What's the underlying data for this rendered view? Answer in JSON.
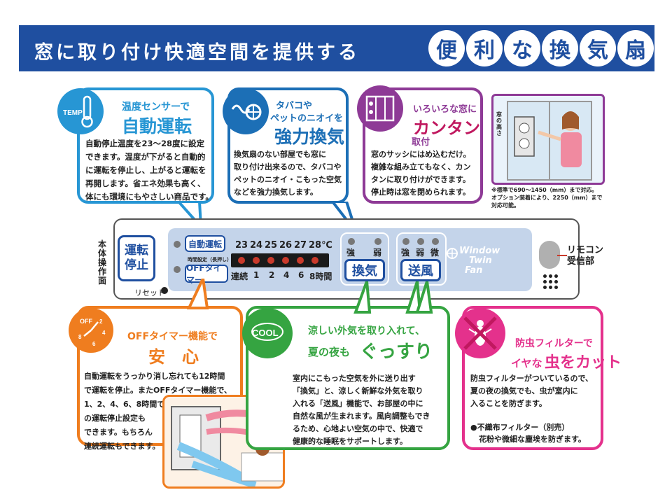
{
  "banner": {
    "title": "窓に取り付け快適空間を提供する",
    "chars": [
      "便",
      "利",
      "な",
      "換",
      "気",
      "扇"
    ]
  },
  "temp": {
    "icon_label": "TEMP",
    "small": "温度センサーで",
    "big": "自動運転",
    "body": [
      "自動停止温度を23〜28度に設定",
      "できます。温度が下がると自動的",
      "に運転を停止し、上がると運転を",
      "再開します。省エネ効果も高く、",
      "体にも環境にもやさしい商品です。"
    ]
  },
  "smoke": {
    "small1": "タバコや",
    "small2": "ペットのニオイを",
    "big": "強力換気",
    "body": [
      "換気扇のない部屋でも窓に",
      "取り付け出来るので、タバコや",
      "ペットのニオイ・こもった空気",
      "などを強力換気します。"
    ]
  },
  "window": {
    "small": "いろいろな窓に",
    "big": "カンタン",
    "sub": "取付",
    "body": [
      "窓のサッシにはめ込むだけ。",
      "複雑な組み立てもなく、カン",
      "タンに取り付けができます。",
      "停止時は窓を閉められます。"
    ],
    "photo_label": "窓の高さ",
    "note": [
      "※標準で690〜1450（mm）まで対応。",
      "オプション装着により、2250（mm）まで",
      "対応可能。"
    ]
  },
  "timer": {
    "icon_label": "OFF",
    "icon_nums": [
      "2",
      "4",
      "6",
      "8"
    ],
    "small": "OFFタイマー機能で",
    "big": "安　心",
    "body": [
      "自動運転をうっかり消し忘れても12時間",
      "で運転を停止。またOFFタイマー機能で、",
      "1、2、4、6、8時間で",
      "の運転停止設定も",
      "できます。もちろん",
      "連続運転もできます。"
    ]
  },
  "cool": {
    "icon_label": "COOL",
    "small": "涼しい外気を取り入れて、",
    "big_pre": "夏の夜も",
    "big": "ぐっすり",
    "body": [
      "室内にこもった空気を外に送り出す",
      "「換気」と、涼しく新鮮な外気を取り",
      "入れる「送風」機能で、お部屋の中に",
      "自然な風が生まれます。風向調整もでき",
      "るため、心地よい空気の中で、快適で",
      "健康的な睡眠をサポートします。"
    ]
  },
  "bug": {
    "small": "防虫フィルターで",
    "big_pre": "イヤな",
    "big": "虫をカット",
    "body": [
      "防虫フィルターがついているので、",
      "夏の夜の換気でも、虫が室内に",
      "入ることを防ぎます。"
    ],
    "filter_title": "●不織布フィルター（別売）",
    "filter_body": "花粉や微細な塵埃を防ぎます。"
  },
  "panel": {
    "side_label": "本体操作面",
    "stop_button": "運転停止",
    "stop_line1": "運転",
    "stop_line2": "停止",
    "reset": "リセット",
    "auto_button": "自動運転",
    "hold_note": "時間設定（長押し）",
    "off_timer_button": "OFFタイマー",
    "temps": [
      "23",
      "24",
      "25",
      "26",
      "27",
      "28℃"
    ],
    "timer_labels": [
      "連続",
      "1",
      "2",
      "4",
      "6",
      "8時間"
    ],
    "vent_levels": [
      "強",
      "弱"
    ],
    "vent_button": "換気",
    "fan_levels": [
      "強",
      "弱",
      "微"
    ],
    "fan_button": "送風",
    "logo": [
      "Window",
      "Twin",
      "Fan"
    ],
    "remote_label1": "リモコン",
    "remote_label2": "受信部"
  },
  "colors": {
    "banner": "#1f4fa0",
    "temp": "#2796d4",
    "smoke": "#1c6fb6",
    "window": "#8e3a96",
    "timer": "#ef7d1f",
    "cool": "#35a441",
    "bug": "#e4318c"
  }
}
